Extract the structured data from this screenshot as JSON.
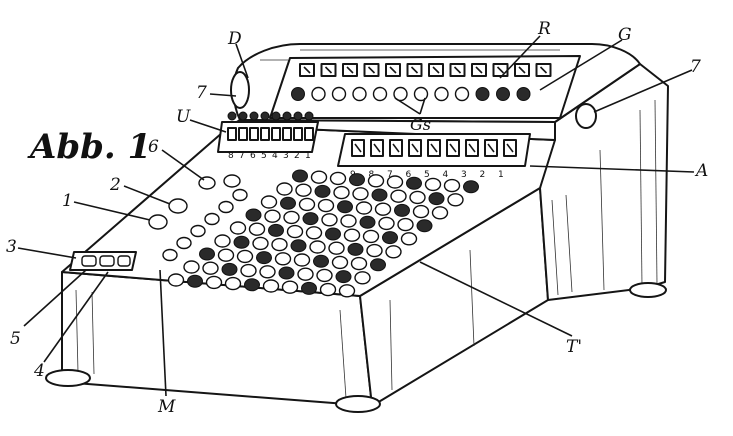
{
  "figure": {
    "title": "Abb. 1",
    "labels": {
      "D": "D",
      "R": "R",
      "G": "G",
      "seven_left": "7",
      "seven_right": "7",
      "U": "U",
      "six": "6",
      "two": "2",
      "one": "1",
      "three": "3",
      "A": "A",
      "Gs": "Gs",
      "five": "5",
      "four": "4",
      "M": "M",
      "T": "T'"
    },
    "counter_digits": [
      "9",
      "8",
      "7",
      "6",
      "5",
      "4",
      "3",
      "2",
      "1"
    ],
    "keyboard_column_digits": [
      "9",
      "8",
      "7",
      "6",
      "5",
      "4",
      "3",
      "2",
      "1"
    ],
    "small_counter_digits": [
      "8",
      "7",
      "6",
      "5",
      "4",
      "3",
      "2",
      "1"
    ]
  }
}
